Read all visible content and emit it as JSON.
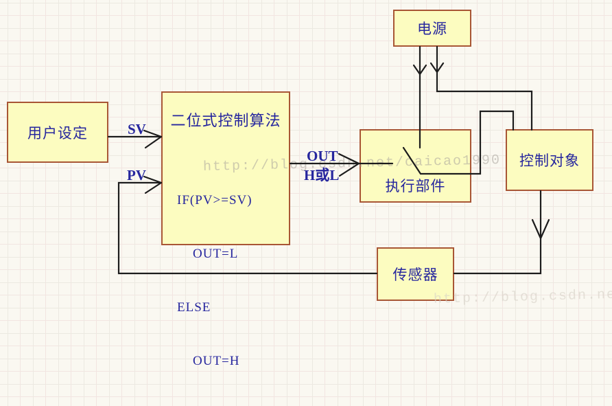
{
  "diagram": {
    "boxes": {
      "user_setting": {
        "label": "用户设定"
      },
      "algorithm": {
        "title": "二位式控制算法",
        "code_lines": [
          "IF(PV>=SV)",
          "    OUT=L",
          "ELSE",
          "    OUT=H"
        ]
      },
      "power": {
        "label": "电源"
      },
      "actuator": {
        "label": "执行部件"
      },
      "controlled_object": {
        "label": "控制对象"
      },
      "sensor": {
        "label": "传感器"
      }
    },
    "signal_labels": {
      "sv": "SV",
      "pv": "PV",
      "out": "OUT",
      "out_value": "H或L"
    },
    "watermark": {
      "main": "http://blog.csdn.net/caicao1990",
      "bottom": "http://blog.csdn.net/caica"
    },
    "colors": {
      "box_fill": "#FCFCC0",
      "box_border": "#A85635",
      "text": "#26269E",
      "line": "#1C1C1C",
      "background": "#FAF8F1",
      "watermark": "#A8A29B"
    }
  }
}
